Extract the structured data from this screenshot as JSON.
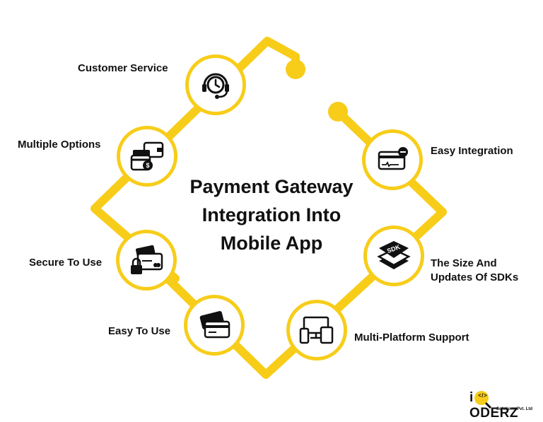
{
  "title": [
    "Payment Gateway",
    "Integration Into",
    "Mobile App"
  ],
  "features": {
    "customer_service": "Customer Service",
    "multiple_options": "Multiple Options",
    "secure_to_use": "Secure To Use",
    "easy_to_use": "Easy To Use",
    "easy_integration": "Easy Integration",
    "sdk_line1": "The Size And",
    "sdk_line2": "Updates Of SDKs",
    "multi_platform": "Multi-Platform Support"
  },
  "logo": {
    "i": "i",
    "brand": "ODERZ",
    "code_glyph": "</>",
    "subtitle": "Solutions Pvt. Ltd"
  },
  "icons": {
    "customer_service": "headset-clock-icon",
    "multiple_options": "wallet-cards-icon",
    "secure_to_use": "card-lock-icon",
    "easy_to_use": "cards-icon",
    "easy_integration": "card-terminal-icon",
    "sdk": "sdk-stack-icon",
    "multi_platform": "devices-icon"
  },
  "colors": {
    "accent": "#f7cd1a",
    "text": "#111111"
  }
}
